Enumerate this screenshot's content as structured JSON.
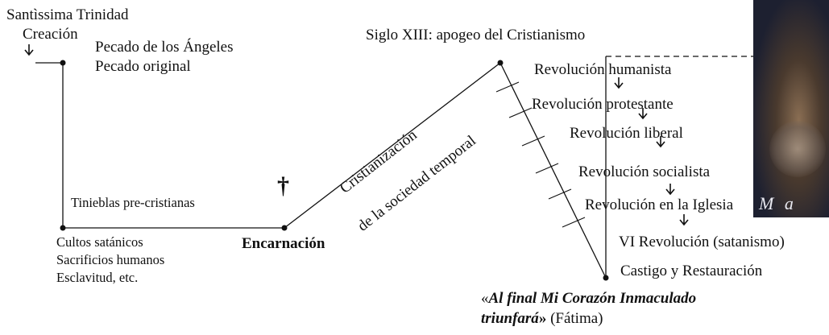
{
  "top_left": {
    "trinity": "Santìssima Trinidad",
    "creation": "Creación",
    "angels_sin": "Pecado de los Ángeles",
    "original_sin": "Pecado original"
  },
  "pre_christian": {
    "darkness": "Tinieblas pre-cristianas",
    "cults": "Cultos satánicos",
    "sacrifices": "Sacrificios humanos",
    "slavery": "Esclavitud, etc."
  },
  "incarnation": {
    "label": "Encarnación",
    "dagger_symbol": "†"
  },
  "christianization": {
    "line1": "Cristianización",
    "line2": "de la sociedad temporal"
  },
  "apogee": "Siglo XIII: apogeo del Cristianismo",
  "revolutions": [
    "Revolución humanista",
    "Revolución protestante",
    "Revolución liberal",
    "Revolución socialista",
    "Revolución en la Iglesia",
    "VI Revolución (satanismo)"
  ],
  "punishment": "Castigo y Restauración",
  "fatima": {
    "open_quote": "«",
    "quote_line1": "Al final Mi Corazón Inmaculado",
    "quote_line2": "triunfará",
    "close_quote": "»",
    "source": " (Fátima)"
  },
  "side_image": {
    "caption": "M a"
  }
}
